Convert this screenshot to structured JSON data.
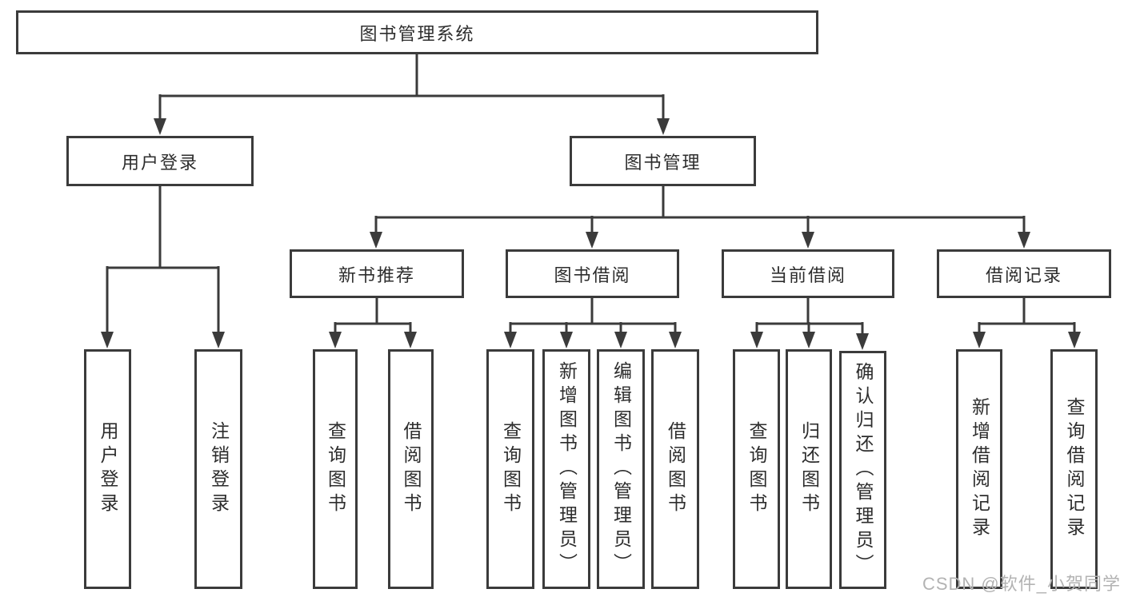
{
  "diagram": {
    "root": {
      "label": "图书管理系统"
    },
    "branches": [
      {
        "label": "用户登录",
        "children": [
          {
            "label": "用户登录"
          },
          {
            "label": "注销登录"
          }
        ]
      },
      {
        "label": "图书管理",
        "children": [
          {
            "label": "新书推荐",
            "children": [
              {
                "label": "查询图书"
              },
              {
                "label": "借阅图书"
              }
            ]
          },
          {
            "label": "图书借阅",
            "children": [
              {
                "label": "查询图书"
              },
              {
                "label": "新增图书（管理员）"
              },
              {
                "label": "编辑图书（管理员）"
              },
              {
                "label": "借阅图书"
              }
            ]
          },
          {
            "label": "当前借阅",
            "children": [
              {
                "label": "查询图书"
              },
              {
                "label": "归还图书"
              },
              {
                "label": "确认归还（管理员）"
              }
            ]
          },
          {
            "label": "借阅记录",
            "children": [
              {
                "label": "新增借阅记录"
              },
              {
                "label": "查询借阅记录"
              }
            ]
          }
        ]
      }
    ]
  },
  "watermark": {
    "text": "CSDN @软件_小贺同学"
  },
  "colors": {
    "line": "#3b3b3b",
    "text": "#2d2d2d",
    "background": "#ffffff",
    "watermark": "#b3b3b3"
  }
}
